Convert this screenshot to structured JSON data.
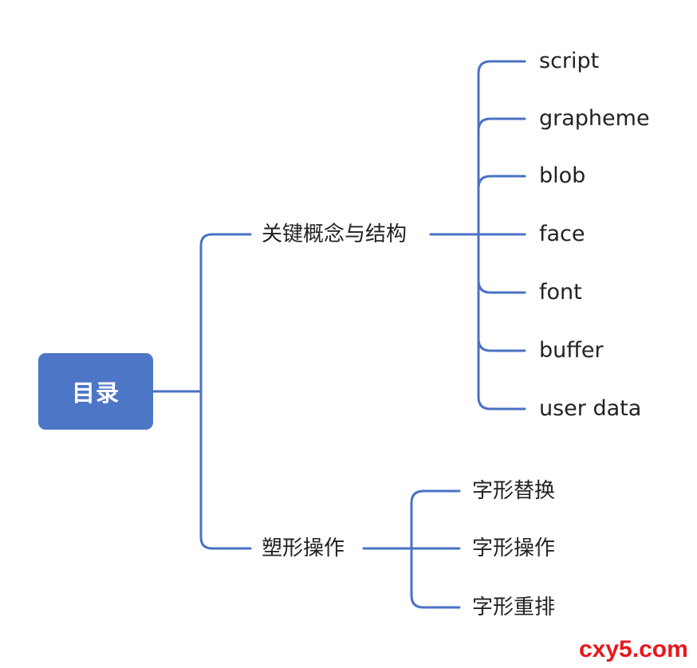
{
  "root": {
    "label": "目录"
  },
  "branches": [
    {
      "label": "关键概念与结构",
      "children": [
        "script",
        "grapheme",
        "blob",
        "face",
        "font",
        "buffer",
        "user data"
      ]
    },
    {
      "label": "塑形操作",
      "children": [
        "字形替换",
        "字形操作",
        "字形重排"
      ]
    }
  ],
  "watermark": "cxy5.com",
  "colors": {
    "node_fill": "#4e76c6",
    "connector": "#4a72c4",
    "text": "#222222",
    "watermark": "#e8171c"
  }
}
